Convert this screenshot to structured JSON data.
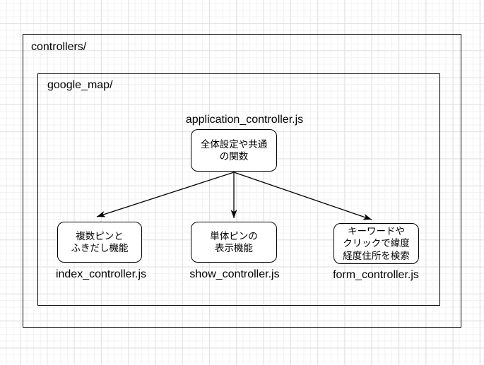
{
  "diagram": {
    "root_folder": {
      "label": "controllers/"
    },
    "subfolder": {
      "label": "google_map/"
    },
    "nodes": {
      "application": {
        "file": "application_controller.js",
        "description": "全体設定や共通\nの関数"
      },
      "index": {
        "file": "index_controller.js",
        "description": "複数ピンと\nふきだし機能"
      },
      "show": {
        "file": "show_controller.js",
        "description": "単体ピンの\n表示機能"
      },
      "form": {
        "file": "form_controller.js",
        "description": "キーワードや\nクリックで緯度\n経度住所を検索"
      }
    },
    "edges": [
      {
        "from": "application_controller.js",
        "to": "index_controller.js"
      },
      {
        "from": "application_controller.js",
        "to": "show_controller.js"
      },
      {
        "from": "application_controller.js",
        "to": "form_controller.js"
      }
    ],
    "colors": {
      "stroke": "#000000",
      "node_fill": "#ffffff",
      "grid_major": "#e2e2e2",
      "grid_minor": "#f2f2f2",
      "background": "#ffffff"
    }
  }
}
